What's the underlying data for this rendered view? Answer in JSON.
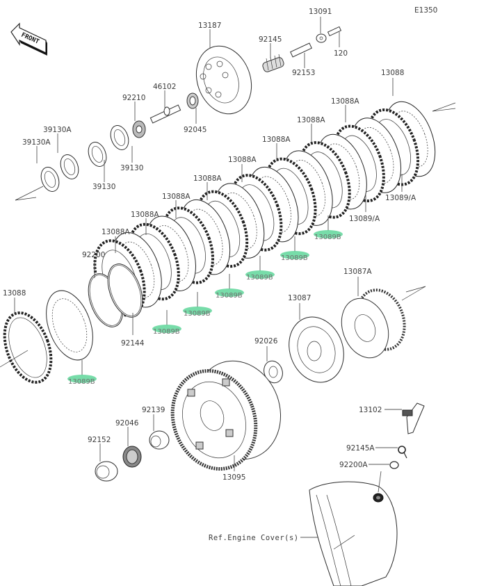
{
  "diagram": {
    "diagram_id": "E1350",
    "front_badge": "FRONT",
    "highlight_color": "#5fd69a",
    "reference_label": "Ref.Engine Cover(s)",
    "callouts": [
      {
        "id": "c13187",
        "part": "13187"
      },
      {
        "id": "c92145",
        "part": "92145"
      },
      {
        "id": "c13091",
        "part": "13091"
      },
      {
        "id": "c120",
        "part": "120"
      },
      {
        "id": "c92153",
        "part": "92153"
      },
      {
        "id": "c46102",
        "part": "46102"
      },
      {
        "id": "c92210",
        "part": "92210"
      },
      {
        "id": "c92045",
        "part": "92045"
      },
      {
        "id": "c39130A_1",
        "part": "39130A"
      },
      {
        "id": "c39130A_2",
        "part": "39130A"
      },
      {
        "id": "c39130_1",
        "part": "39130"
      },
      {
        "id": "c39130_2",
        "part": "39130"
      },
      {
        "id": "c13088_top",
        "part": "13088"
      },
      {
        "id": "c13088A_1",
        "part": "13088A"
      },
      {
        "id": "c13088A_2",
        "part": "13088A"
      },
      {
        "id": "c13088A_3",
        "part": "13088A"
      },
      {
        "id": "c13088A_4",
        "part": "13088A"
      },
      {
        "id": "c13088A_5",
        "part": "13088A"
      },
      {
        "id": "c13088A_6",
        "part": "13088A"
      },
      {
        "id": "c13088A_7",
        "part": "13088A"
      },
      {
        "id": "c13089A_1",
        "part": "13089/A"
      },
      {
        "id": "c13089A_2",
        "part": "13089/A"
      },
      {
        "id": "c92200",
        "part": "92200"
      },
      {
        "id": "c92144",
        "part": "92144"
      },
      {
        "id": "c13088_bottom",
        "part": "13088"
      },
      {
        "id": "c13087A",
        "part": "13087A"
      },
      {
        "id": "c13087",
        "part": "13087"
      },
      {
        "id": "c92026",
        "part": "92026"
      },
      {
        "id": "c92139",
        "part": "92139"
      },
      {
        "id": "c92046",
        "part": "92046"
      },
      {
        "id": "c92152",
        "part": "92152"
      },
      {
        "id": "c13095",
        "part": "13095"
      },
      {
        "id": "c13102",
        "part": "13102"
      },
      {
        "id": "c92145A",
        "part": "92145A"
      },
      {
        "id": "c92200A",
        "part": "92200A"
      }
    ],
    "highlighted_callouts": [
      {
        "part": "13089B"
      },
      {
        "part": "13089B"
      },
      {
        "part": "13089B"
      },
      {
        "part": "13089B"
      },
      {
        "part": "13089B"
      },
      {
        "part": "13089B"
      },
      {
        "part": "13089B"
      },
      {
        "part": "13089B"
      }
    ]
  }
}
